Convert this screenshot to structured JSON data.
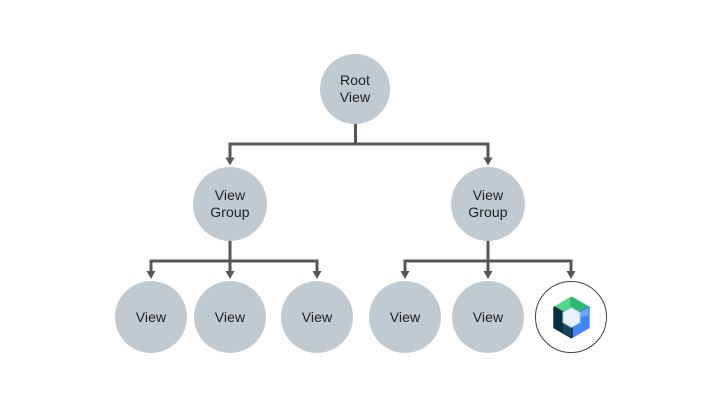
{
  "diagram": {
    "description": "Tree diagram of an Android view hierarchy: a Root View with two View Groups, whose children are Views, one of which is represented by the Jetpack Compose logo",
    "background": "#ffffff",
    "colors": {
      "node_fill": "#C1CAD0",
      "connector": "#53585C",
      "label_text": "#1D1F21",
      "compose_ring": "#3E4347",
      "compose_green_light": "#53D68D",
      "compose_green": "#30B873",
      "compose_blue": "#4285F4",
      "compose_blue_light": "#6FA3F8",
      "compose_navy": "#0A2E40",
      "compose_navy_light": "#15475F",
      "compose_hex_fill": "#E6F2F9"
    },
    "nodes": [
      {
        "id": "root-view",
        "label": "Root\nView",
        "level": 0,
        "parent": null
      },
      {
        "id": "view-group-left",
        "label": "View\nGroup",
        "level": 1,
        "parent": "root-view"
      },
      {
        "id": "view-group-right",
        "label": "View\nGroup",
        "level": 1,
        "parent": "root-view"
      },
      {
        "id": "view-1",
        "label": "View",
        "level": 2,
        "parent": "view-group-left"
      },
      {
        "id": "view-2",
        "label": "View",
        "level": 2,
        "parent": "view-group-left"
      },
      {
        "id": "view-3",
        "label": "View",
        "level": 2,
        "parent": "view-group-left"
      },
      {
        "id": "view-4",
        "label": "View",
        "level": 2,
        "parent": "view-group-right"
      },
      {
        "id": "view-5",
        "label": "View",
        "level": 2,
        "parent": "view-group-right"
      },
      {
        "id": "compose-view",
        "label": "",
        "icon": "jetpack-compose-icon",
        "level": 2,
        "parent": "view-group-right"
      }
    ]
  }
}
